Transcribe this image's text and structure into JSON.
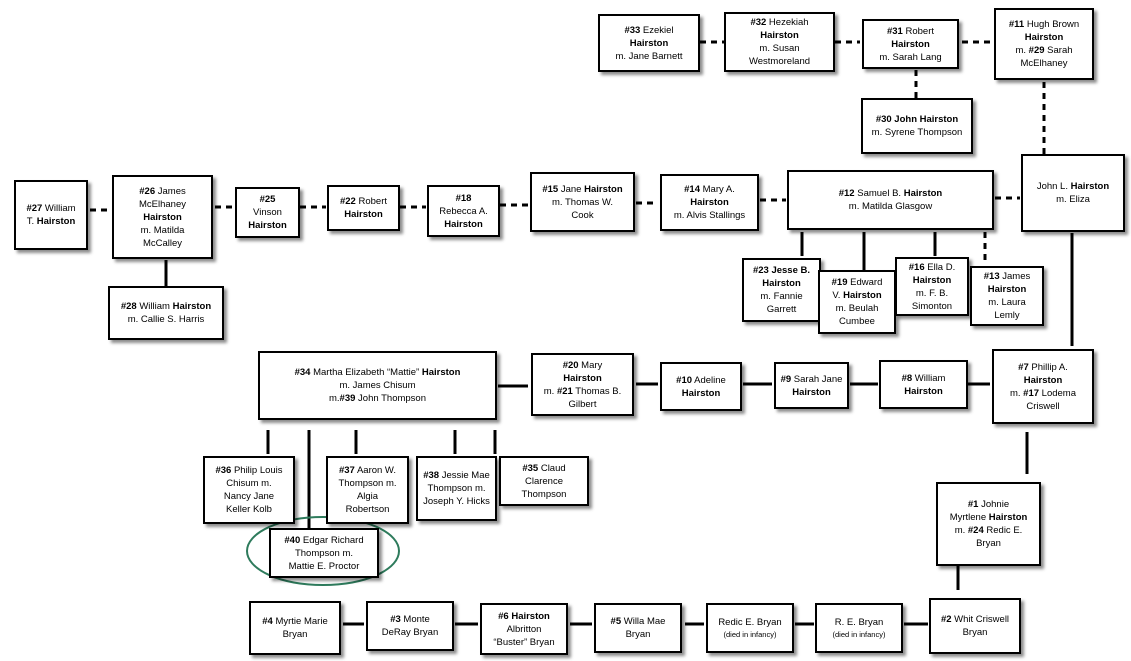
{
  "people": [
    {
      "id": "p33",
      "lines": [
        [
          "#33",
          " Ezekiel"
        ],
        [
          "Hairston"
        ],
        [
          "m. Jane Barnett"
        ]
      ]
    },
    {
      "id": "p32",
      "lines": [
        [
          "#32",
          " Hezekiah"
        ],
        [
          "Hairston"
        ],
        [
          "m. Susan"
        ],
        [
          "Westmoreland"
        ]
      ]
    },
    {
      "id": "p31",
      "lines": [
        [
          "#31",
          " Robert"
        ],
        [
          "Hairston"
        ],
        [
          "m. Sarah Lang"
        ]
      ]
    },
    {
      "id": "p11",
      "lines": [
        [
          "#11",
          " Hugh Brown"
        ],
        [
          "Hairston"
        ],
        [
          "m. ",
          " #29",
          " Sarah"
        ],
        [
          "McElhaney"
        ]
      ]
    },
    {
      "id": "p30",
      "lines": [
        [
          "#30 John Hairston"
        ],
        [
          "m. Syrene Thompson"
        ]
      ]
    },
    {
      "id": "p27",
      "lines": [
        [
          "#27",
          " William"
        ],
        [
          "T. ",
          "Hairston"
        ]
      ]
    },
    {
      "id": "p26",
      "lines": [
        [
          "#26",
          " James"
        ],
        [
          "McElhaney"
        ],
        [
          "Hairston"
        ],
        [
          "m. Matilda"
        ],
        [
          "McCalley"
        ]
      ]
    },
    {
      "id": "p25",
      "lines": [
        [
          "#25"
        ],
        [
          "Vinson"
        ],
        [
          "Hairston"
        ]
      ]
    },
    {
      "id": "p22",
      "lines": [
        [
          "#22",
          " Robert"
        ],
        [
          "Hairston"
        ]
      ]
    },
    {
      "id": "p18",
      "lines": [
        [
          "#18"
        ],
        [
          "Rebecca A."
        ],
        [
          "Hairston"
        ]
      ]
    },
    {
      "id": "p15",
      "lines": [
        [
          "#15",
          " Jane ",
          "Hairston"
        ],
        [
          "m. Thomas W."
        ],
        [
          "Cook"
        ]
      ]
    },
    {
      "id": "p14",
      "lines": [
        [
          "#14",
          " Mary A."
        ],
        [
          "Hairston"
        ],
        [
          "m. Alvis Stallings"
        ]
      ]
    },
    {
      "id": "p12",
      "lines": [
        [
          "#12",
          " Samuel B. ",
          "Hairston"
        ],
        [
          "m. Matilda Glasgow"
        ]
      ]
    },
    {
      "id": "pJL",
      "lines": [
        [
          "John L. ",
          "Hairston"
        ],
        [
          "m. Eliza"
        ]
      ]
    },
    {
      "id": "p28",
      "lines": [
        [
          "#28",
          " William ",
          "Hairston"
        ],
        [
          "m. Callie S. Harris"
        ]
      ]
    },
    {
      "id": "p23",
      "lines": [
        [
          "#23 Jesse B."
        ],
        [
          "Hairston"
        ],
        [
          "m. Fannie"
        ],
        [
          "Garrett"
        ]
      ]
    },
    {
      "id": "p19",
      "lines": [
        [
          "#19",
          " Edward"
        ],
        [
          "V. ",
          "Hairston"
        ],
        [
          "m. Beulah"
        ],
        [
          "Cumbee"
        ]
      ]
    },
    {
      "id": "p16",
      "lines": [
        [
          "#16",
          " Ella D."
        ],
        [
          "Hairston"
        ],
        [
          "m. F. B."
        ],
        [
          "Simonton"
        ]
      ]
    },
    {
      "id": "p13",
      "lines": [
        [
          "#13",
          " James"
        ],
        [
          "Hairston"
        ],
        [
          "m. Laura"
        ],
        [
          "Lemly"
        ]
      ]
    },
    {
      "id": "p34",
      "lines": [
        [
          "#34",
          " Martha Elizabeth “Mattie” ",
          "Hairston"
        ],
        [
          "m. James Chisum"
        ],
        [
          "m.",
          "#39",
          " John Thompson"
        ]
      ]
    },
    {
      "id": "p20",
      "lines": [
        [
          "#20",
          " Mary"
        ],
        [
          "Hairston"
        ],
        [
          "m. ",
          "#21",
          " Thomas B."
        ],
        [
          "Gilbert"
        ]
      ]
    },
    {
      "id": "p10",
      "lines": [
        [
          "#10",
          " Adeline"
        ],
        [
          "Hairston"
        ]
      ]
    },
    {
      "id": "p9",
      "lines": [
        [
          "#9",
          " Sarah Jane"
        ],
        [
          "Hairston"
        ]
      ]
    },
    {
      "id": "p8",
      "lines": [
        [
          "#8",
          " William"
        ],
        [
          "Hairston"
        ]
      ]
    },
    {
      "id": "p7",
      "lines": [
        [
          "#7",
          " Phillip A."
        ],
        [
          "Hairston"
        ],
        [
          "m. ",
          "#17",
          " Lodema"
        ],
        [
          "Criswell"
        ]
      ]
    },
    {
      "id": "p36",
      "lines": [
        [
          "#36",
          " Philip Louis"
        ],
        [
          "Chisum m."
        ],
        [
          "Nancy Jane"
        ],
        [
          "Keller Kolb"
        ]
      ]
    },
    {
      "id": "p37",
      "lines": [
        [
          "#37",
          " Aaron W."
        ],
        [
          "Thompson m."
        ],
        [
          "Algia"
        ],
        [
          "Robertson"
        ]
      ]
    },
    {
      "id": "p38",
      "lines": [
        [
          "#38",
          " Jessie Mae"
        ],
        [
          "Thompson m."
        ],
        [
          "Joseph Y. Hicks"
        ]
      ]
    },
    {
      "id": "p35",
      "lines": [
        [
          "#35",
          " Claud"
        ],
        [
          "Clarence"
        ],
        [
          "Thompson"
        ]
      ]
    },
    {
      "id": "p1",
      "lines": [
        [
          "#1",
          " Johnie"
        ],
        [
          "Myrtlene ",
          "Hairston"
        ],
        [
          "m. ",
          "#24",
          " Redic E."
        ],
        [
          "Bryan"
        ]
      ]
    },
    {
      "id": "p40",
      "lines": [
        [
          "#40",
          " Edgar Richard"
        ],
        [
          "Thompson m."
        ],
        [
          "Mattie E. Proctor"
        ]
      ]
    },
    {
      "id": "p4",
      "lines": [
        [
          "#4",
          " Myrtie Marie"
        ],
        [
          "Bryan"
        ]
      ]
    },
    {
      "id": "p3",
      "lines": [
        [
          "#3",
          " Monte"
        ],
        [
          "DeRay Bryan"
        ]
      ]
    },
    {
      "id": "p6",
      "lines": [
        [
          "#6",
          " Hairston"
        ],
        [
          "Albritton"
        ],
        [
          "“Buster” Bryan"
        ]
      ]
    },
    {
      "id": "p5",
      "lines": [
        [
          "#5",
          " Willa Mae"
        ],
        [
          "Bryan"
        ]
      ]
    },
    {
      "id": "pRB",
      "lines": [
        [
          "Redic E. Bryan"
        ],
        [
          "(died in infancy)"
        ]
      ]
    },
    {
      "id": "pREB",
      "lines": [
        [
          "R. E. Bryan"
        ],
        [
          "(died in infancy)"
        ]
      ]
    },
    {
      "id": "p2",
      "lines": [
        [
          "#2",
          " Whit Criswell"
        ],
        [
          "Bryan"
        ]
      ]
    }
  ],
  "colors": {
    "box_border": "#000000",
    "box_fill": "#ffffff",
    "highlight_ellipse": "#2e7b5c"
  }
}
